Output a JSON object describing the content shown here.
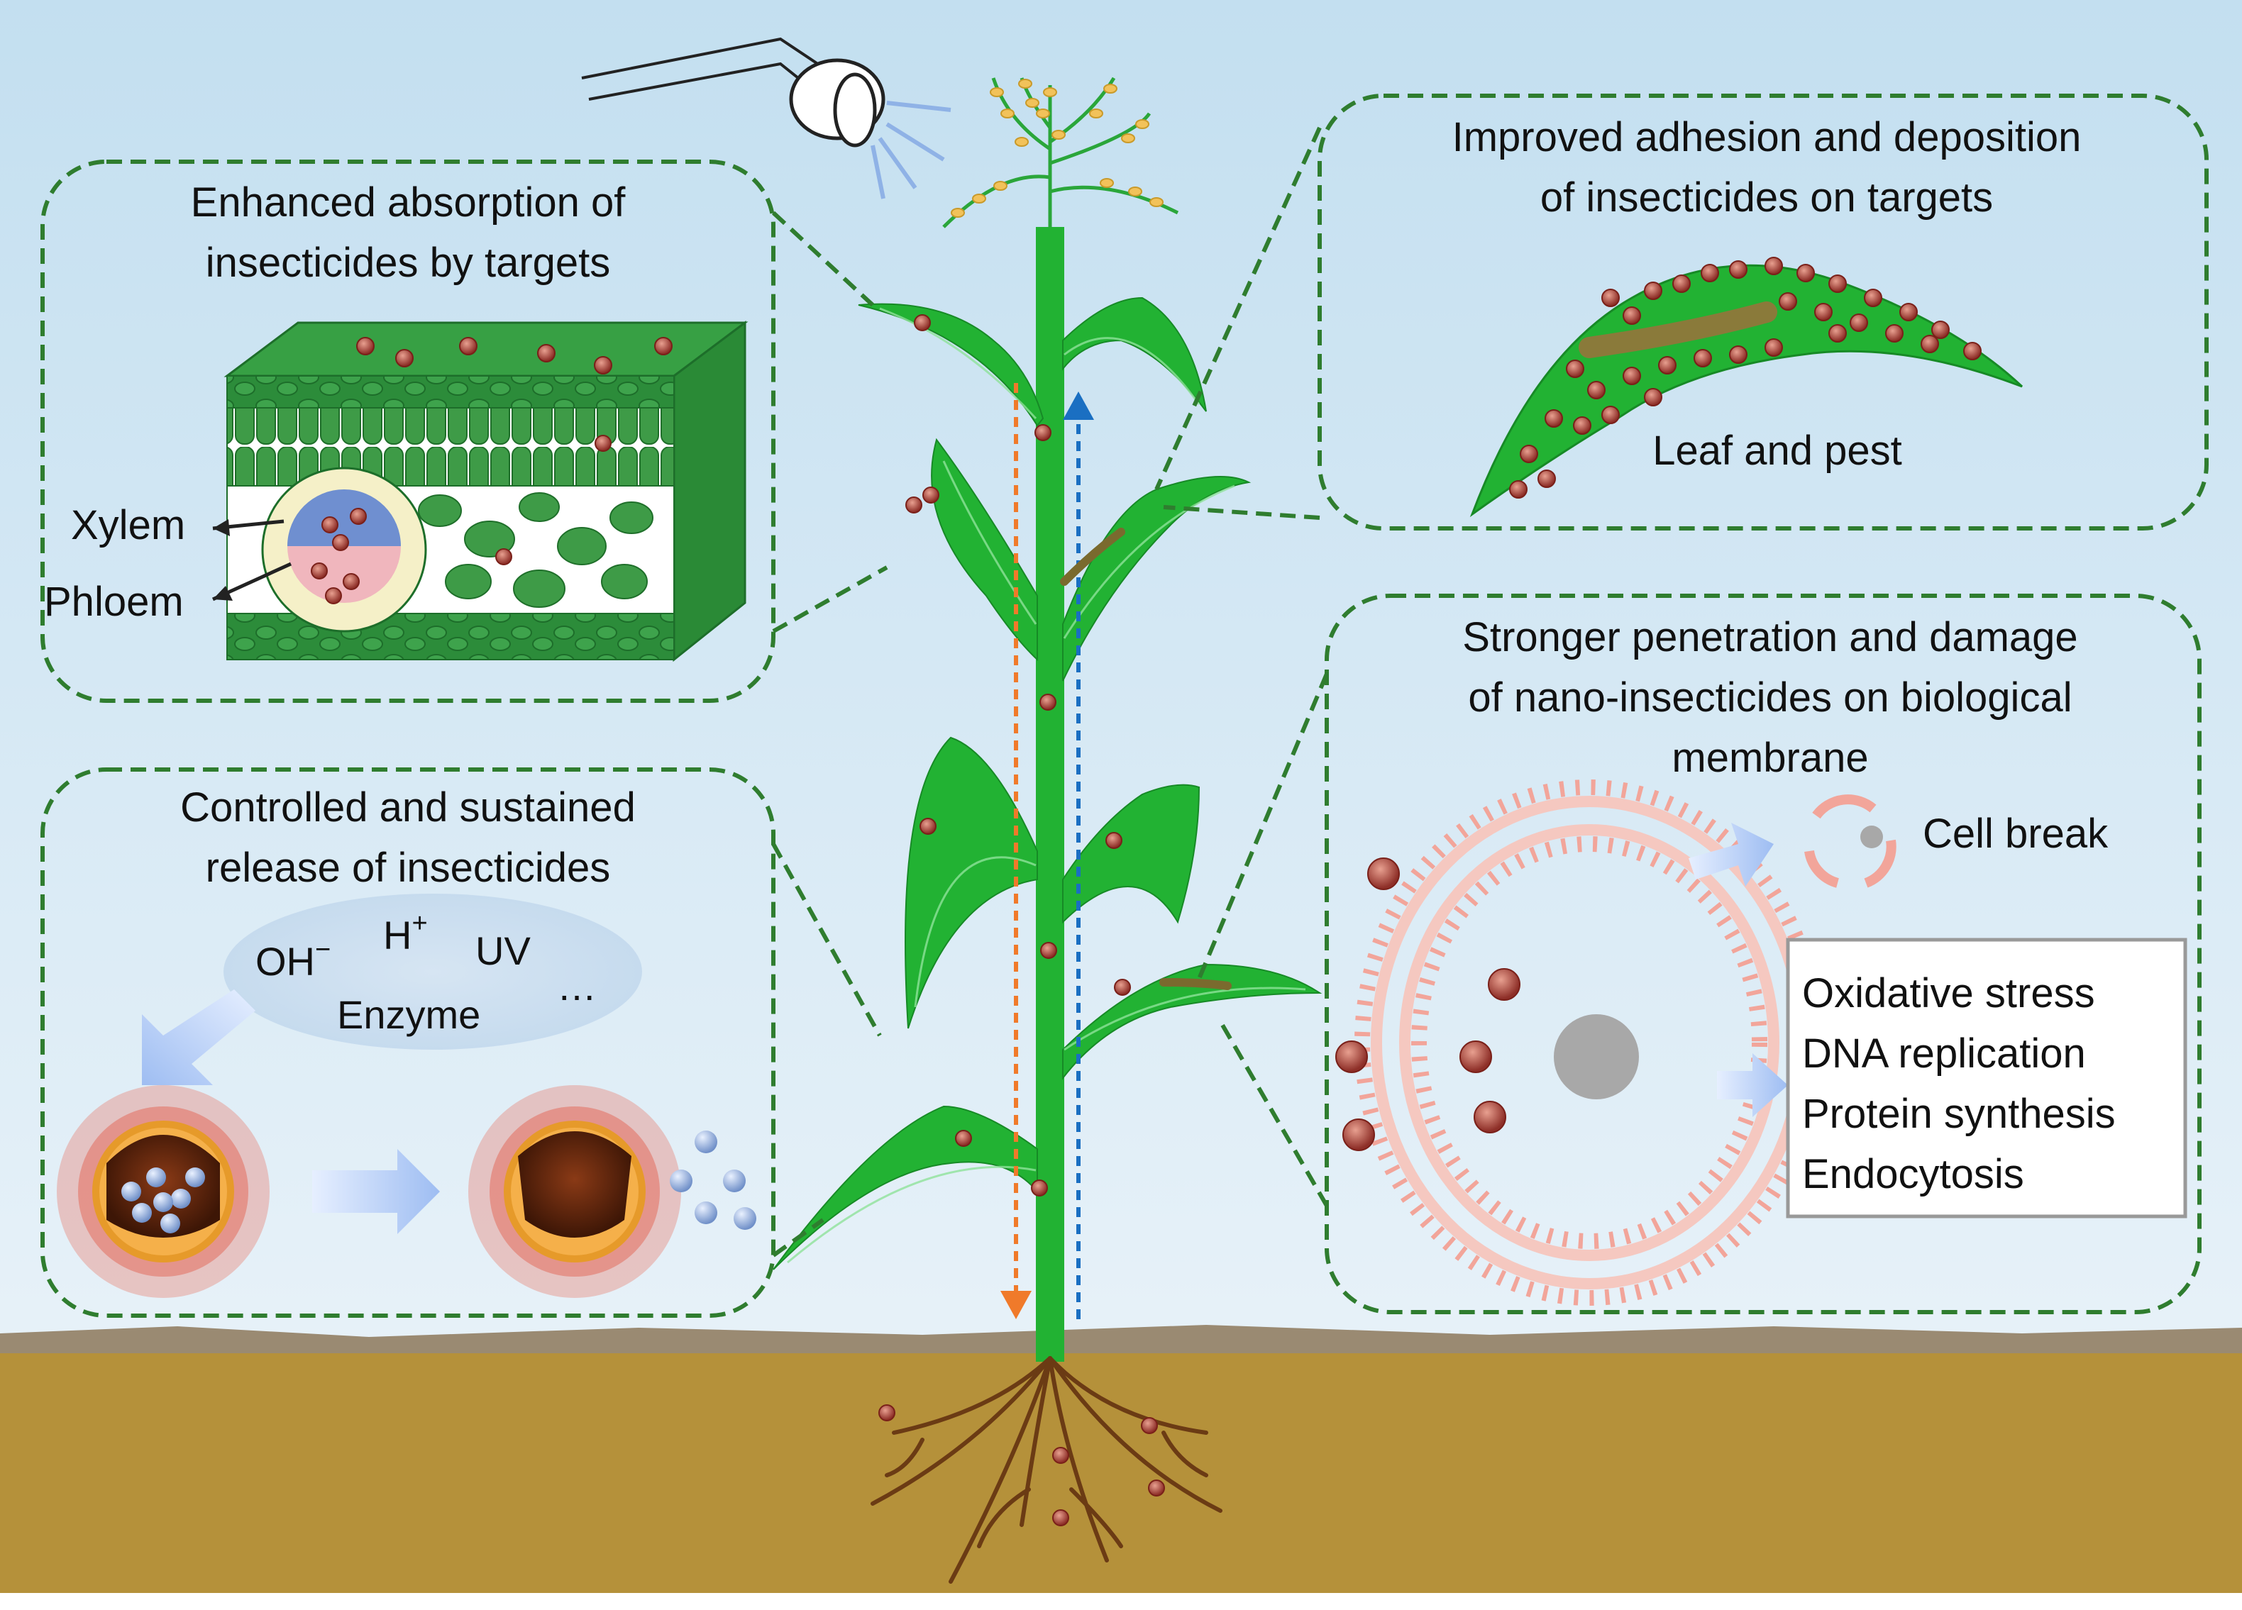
{
  "panels": {
    "absorption": {
      "title_line1": "Enhanced absorption of",
      "title_line2": "insecticides by targets",
      "xylem_label": "Xylem",
      "phloem_label": "Phloem"
    },
    "adhesion": {
      "title_line1": "Improved adhesion and deposition",
      "title_line2": "of insecticides on targets",
      "caption": "Leaf and pest"
    },
    "release": {
      "title_line1": "Controlled and sustained",
      "title_line2": "release of insecticides",
      "triggers": {
        "oh_base": "OH",
        "oh_sup": "−",
        "h_base": "H",
        "h_sup": "+",
        "uv": "UV",
        "enzyme": "Enzyme",
        "more": "…"
      }
    },
    "penetration": {
      "title_line1": "Stronger penetration and damage",
      "title_line2": "of nano-insecticides on biological",
      "title_line3": "membrane",
      "cell_break": "Cell break",
      "effects": [
        "Oxidative stress",
        "DNA replication",
        "Protein synthesis",
        "Endocytosis"
      ]
    }
  },
  "icons": [
    "sprayer-icon",
    "nanoparticle-icon",
    "pest-larva-icon",
    "micelle-icon",
    "liposome-icon"
  ],
  "colors": {
    "sky_top": "#c3dff0",
    "sky_bottom": "#eef5fa",
    "soil": "#b5913a",
    "soil_top": "#9a8a72",
    "leaf": "#22b233",
    "panel_border": "#2f7d2f",
    "arrow_down": "#f07a2a",
    "arrow_up": "#1a6fc2",
    "membrane": "#f2a59a",
    "nanoparticle": "#b8453a"
  }
}
